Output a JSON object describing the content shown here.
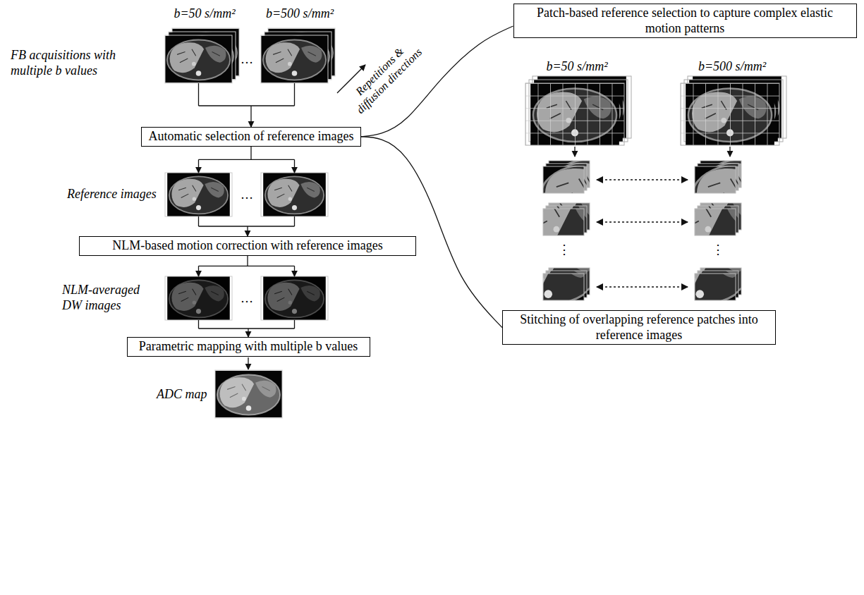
{
  "diagram": {
    "nodes": [
      {
        "text": [
          "Automatic selection of reference images"
        ]
      },
      {
        "text": [
          "NLM-based motion correction with reference images"
        ]
      },
      {
        "text": [
          "Parametric mapping with multiple b values"
        ]
      },
      {
        "text": [
          "Patch-based reference selection to capture complex elastic motion patterns"
        ]
      },
      {
        "text": [
          "Stitching of overlapping reference patches into reference images"
        ]
      }
    ],
    "edges": [
      {
        "from": 0,
        "to": 1,
        "arrow": "to"
      },
      {
        "from": 1,
        "to": 2,
        "arrow": "to"
      },
      {
        "from": 0,
        "to": 3,
        "arrow": "none"
      },
      {
        "from": 0,
        "to": 4,
        "arrow": "none"
      }
    ],
    "labels": [
      "b=50 s/mm²",
      "b=500 s/mm²",
      "FB acquisitions with multiple b values",
      "…",
      "Repetitions & diffusion directions",
      "Reference images",
      "…",
      "NLM-averaged DW images",
      "…",
      "ADC map",
      "b=50 s/mm²",
      "b=500 s/mm²",
      "⋮",
      "⋮"
    ]
  }
}
